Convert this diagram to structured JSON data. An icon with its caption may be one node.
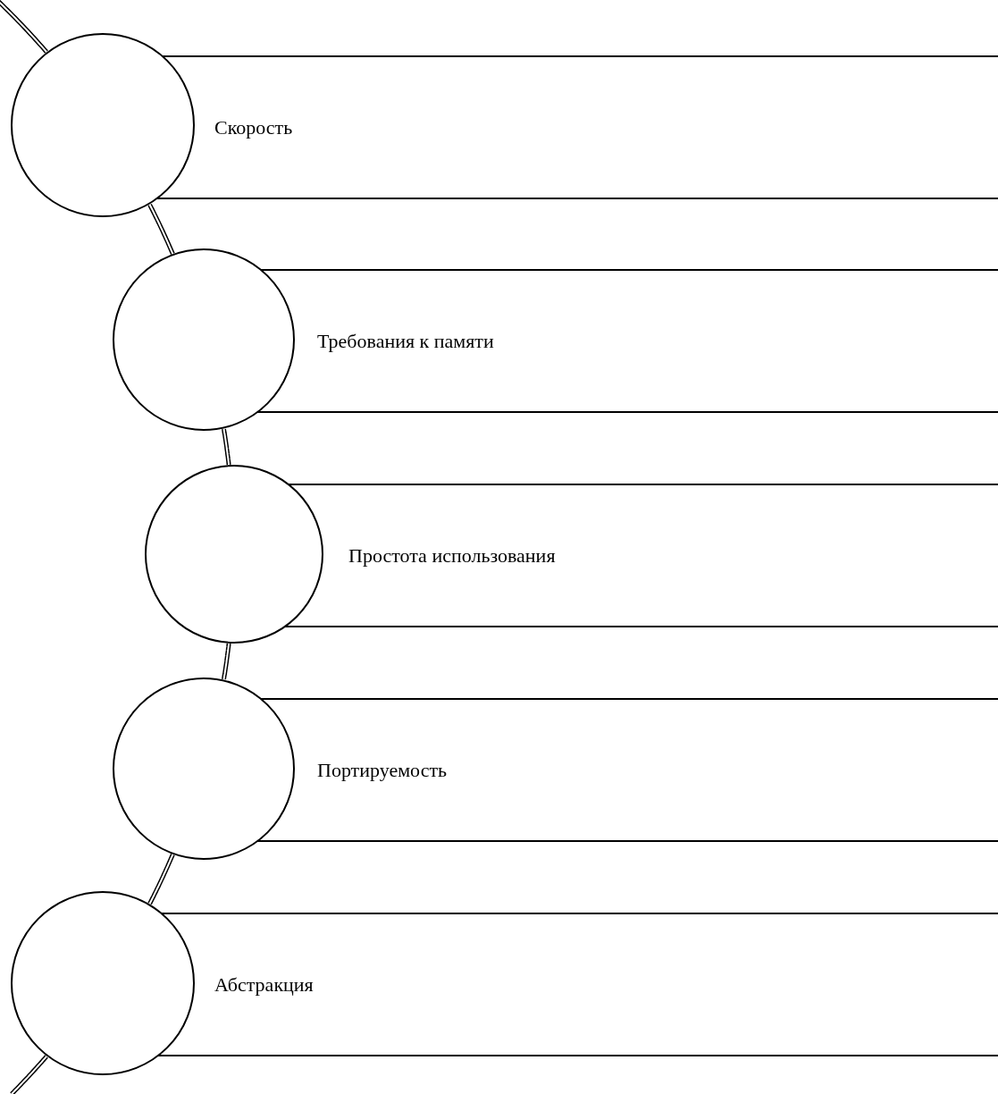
{
  "diagram": {
    "nodes": [
      {
        "text": [],
        "shape": "circle"
      },
      {
        "text": [
          "Скорость"
        ]
      },
      {
        "text": [],
        "shape": "circle"
      },
      {
        "text": [
          "Требования к памяти"
        ]
      },
      {
        "text": [],
        "shape": "circle"
      },
      {
        "text": [
          "Простота использования"
        ]
      },
      {
        "text": [],
        "shape": "circle"
      },
      {
        "text": [
          "Портируемость"
        ]
      },
      {
        "text": [],
        "shape": "circle"
      },
      {
        "text": [
          "Абстракция"
        ]
      }
    ],
    "edges": [
      {
        "from": null,
        "to": 0,
        "arrow": "none"
      },
      {
        "from": 0,
        "to": 2,
        "arrow": "none"
      },
      {
        "from": 2,
        "to": 4,
        "arrow": "none"
      },
      {
        "from": 4,
        "to": 6,
        "arrow": "none"
      },
      {
        "from": 6,
        "to": 8,
        "arrow": "none"
      },
      {
        "from": 8,
        "to": null,
        "arrow": "none"
      }
    ]
  }
}
